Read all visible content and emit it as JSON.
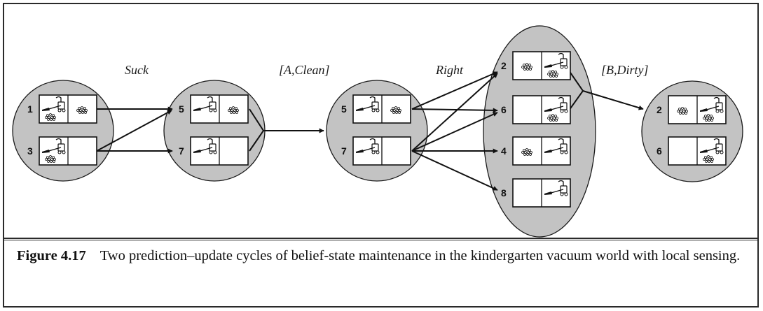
{
  "figure": {
    "number": "Figure 4.17",
    "caption": "Two prediction–update cycles of belief-state maintenance in the kindergarten vacuum world with local sensing."
  },
  "labels": {
    "suck": "Suck",
    "percept_a_clean": "[A,Clean]",
    "right": "Right",
    "percept_b_dirty": "[B,Dirty]"
  },
  "belief_states": [
    {
      "id": "initial",
      "states": [
        {
          "num": "1",
          "left_dirt": true,
          "right_dirt": true,
          "robot": "left"
        },
        {
          "num": "3",
          "left_dirt": true,
          "right_dirt": false,
          "robot": "left"
        }
      ]
    },
    {
      "id": "after-suck",
      "states": [
        {
          "num": "5",
          "left_dirt": false,
          "right_dirt": true,
          "robot": "left"
        },
        {
          "num": "7",
          "left_dirt": false,
          "right_dirt": false,
          "robot": "left"
        }
      ]
    },
    {
      "id": "after-percept-a-clean",
      "states": [
        {
          "num": "5",
          "left_dirt": false,
          "right_dirt": true,
          "robot": "left"
        },
        {
          "num": "7",
          "left_dirt": false,
          "right_dirt": false,
          "robot": "left"
        }
      ]
    },
    {
      "id": "after-right",
      "states": [
        {
          "num": "2",
          "left_dirt": true,
          "right_dirt": true,
          "robot": "right"
        },
        {
          "num": "6",
          "left_dirt": false,
          "right_dirt": true,
          "robot": "right"
        },
        {
          "num": "4",
          "left_dirt": true,
          "right_dirt": false,
          "robot": "right"
        },
        {
          "num": "8",
          "left_dirt": false,
          "right_dirt": false,
          "robot": "right"
        }
      ]
    },
    {
      "id": "after-percept-b-dirty",
      "states": [
        {
          "num": "2",
          "left_dirt": true,
          "right_dirt": true,
          "robot": "right"
        },
        {
          "num": "6",
          "left_dirt": false,
          "right_dirt": true,
          "robot": "right"
        }
      ]
    }
  ]
}
